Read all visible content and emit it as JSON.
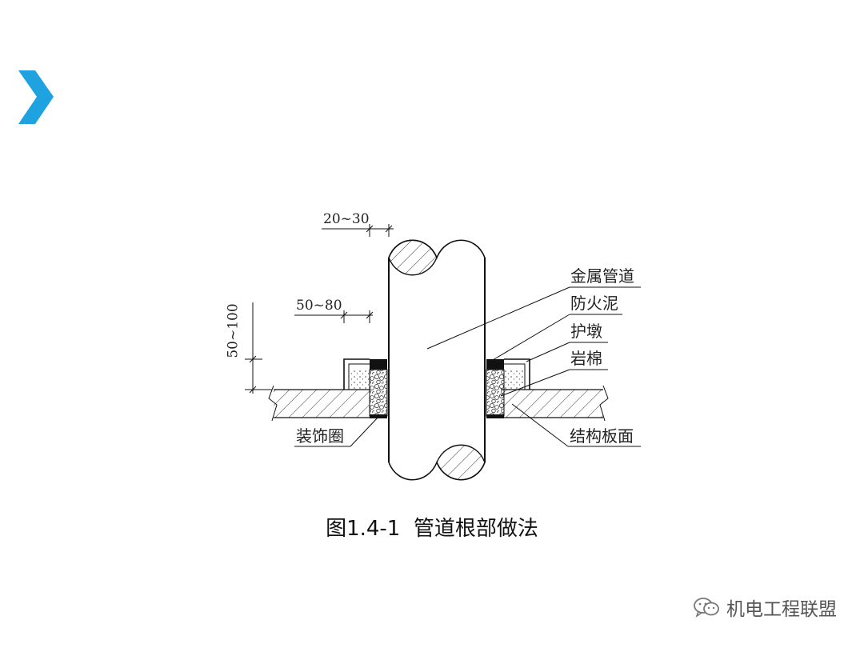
{
  "colors": {
    "accent": "#1fa3e0",
    "line": "#111111",
    "text": "#222222"
  },
  "icons": {
    "chevron": "chevron-right-icon",
    "watermark": "wechat-icon"
  },
  "labels": {
    "metal_pipe": "金属管道",
    "fire_mud": "防火泥",
    "protective_pier": "护墩",
    "rock_wool": "岩棉",
    "decorative_ring": "装饰圈",
    "structural_slab": "结构板面"
  },
  "dimensions": {
    "top_gap": "20~30",
    "pier_width": "50~80",
    "pier_height": "50~100"
  },
  "caption": {
    "number": "图1.4-1",
    "title": "管道根部做法"
  },
  "watermark": {
    "text": "机电工程联盟"
  }
}
